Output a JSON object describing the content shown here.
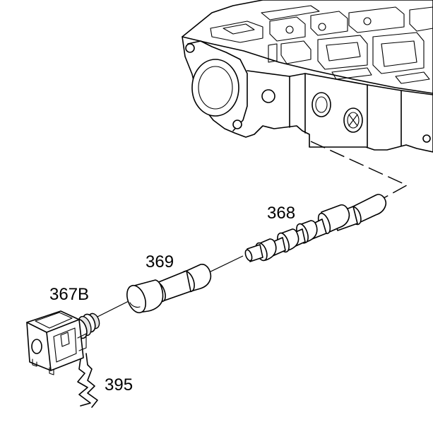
{
  "callouts": {
    "housing_solenoid": "367B",
    "valve_spring": "369",
    "valve": "368",
    "retainer_clip": "395"
  }
}
